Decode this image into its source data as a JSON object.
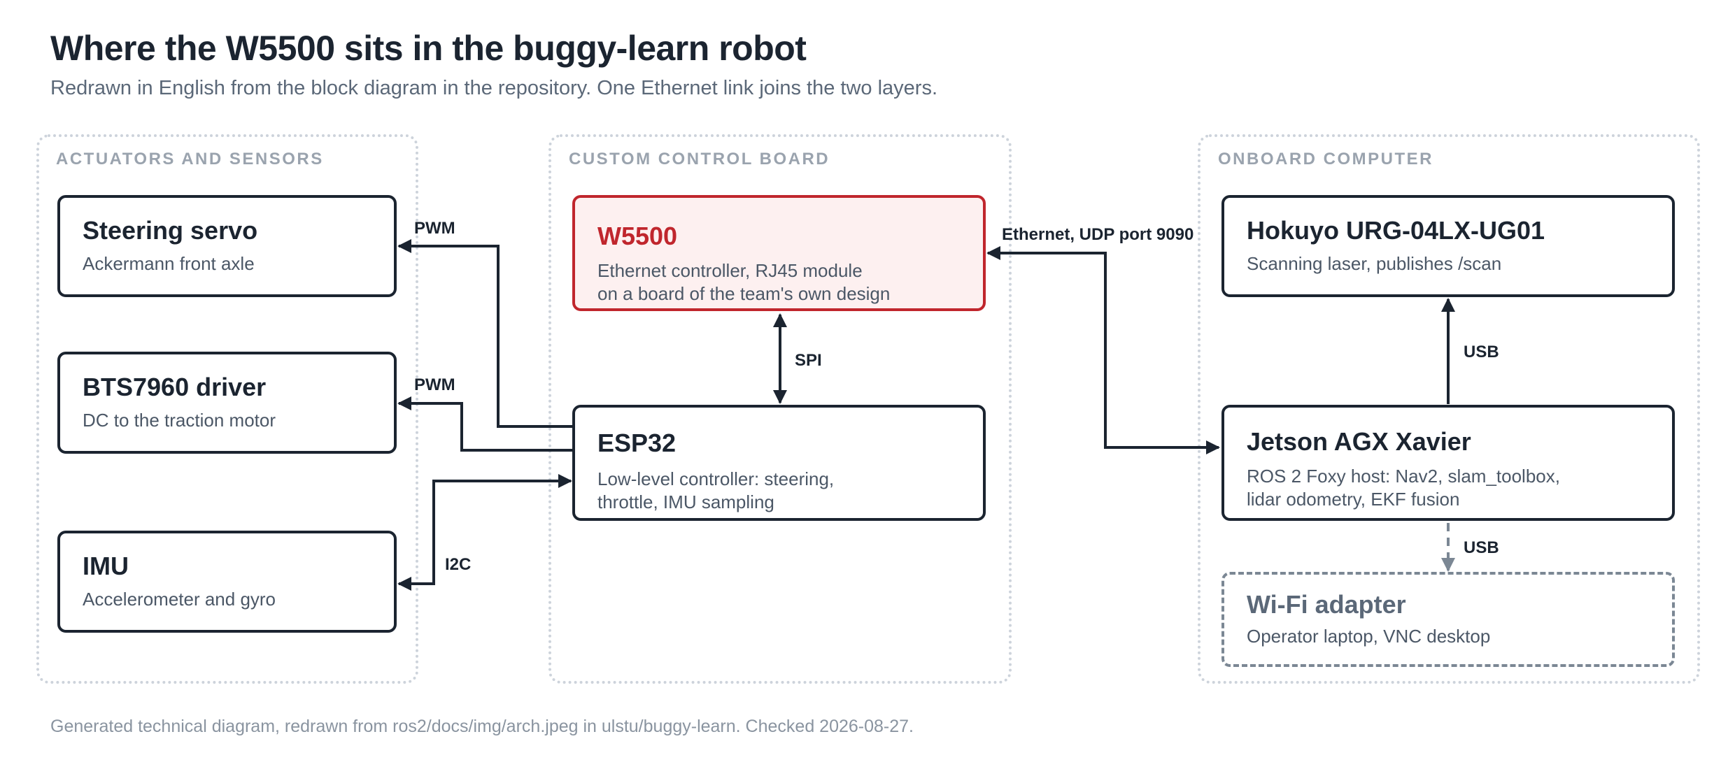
{
  "title": "Where the W5500 sits in the buggy-learn robot",
  "subtitle": "Redrawn in English from the block diagram in the repository. One Ethernet link joins the two layers.",
  "groups": {
    "actuators": "ACTUATORS AND SENSORS",
    "control": "CUSTOM CONTROL BOARD",
    "computer": "ONBOARD COMPUTER"
  },
  "nodes": {
    "steering": {
      "title": "Steering servo",
      "sub": [
        "Ackermann front axle"
      ]
    },
    "driver": {
      "title": "BTS7960 driver",
      "sub": [
        "DC to the traction motor"
      ]
    },
    "imu": {
      "title": "IMU",
      "sub": [
        "Accelerometer and gyro"
      ]
    },
    "w5500": {
      "title": "W5500",
      "sub": [
        "Ethernet controller, RJ45 module",
        "on a board of the team's own design"
      ]
    },
    "esp32": {
      "title": "ESP32",
      "sub": [
        "Low-level controller: steering,",
        "throttle, IMU sampling"
      ]
    },
    "hokuyo": {
      "title": "Hokuyo URG-04LX-UG01",
      "sub": [
        "Scanning laser, publishes /scan"
      ]
    },
    "jetson": {
      "title": "Jetson AGX Xavier",
      "sub": [
        "ROS 2 Foxy host: Nav2, slam_toolbox,",
        "lidar odometry, EKF fusion"
      ]
    },
    "wifi": {
      "title": "Wi-Fi adapter",
      "sub": [
        "Operator laptop, VNC desktop"
      ]
    }
  },
  "links": {
    "pwm_servo": "PWM",
    "pwm_driver": "PWM",
    "i2c": "I2C",
    "spi": "SPI",
    "ethernet": "Ethernet, UDP port 9090",
    "usb_hokuyo": "USB",
    "usb_wifi": "USB"
  },
  "colors": {
    "ink": "#1b2430",
    "highlight": "#c0262d",
    "highlight_fill": "#fdf0f0",
    "muted": "#7b8794",
    "group_border": "#cdd3db"
  },
  "footer": "Generated technical diagram, redrawn from ros2/docs/img/arch.jpeg in ulstu/buggy-learn. Checked 2026-08-27."
}
